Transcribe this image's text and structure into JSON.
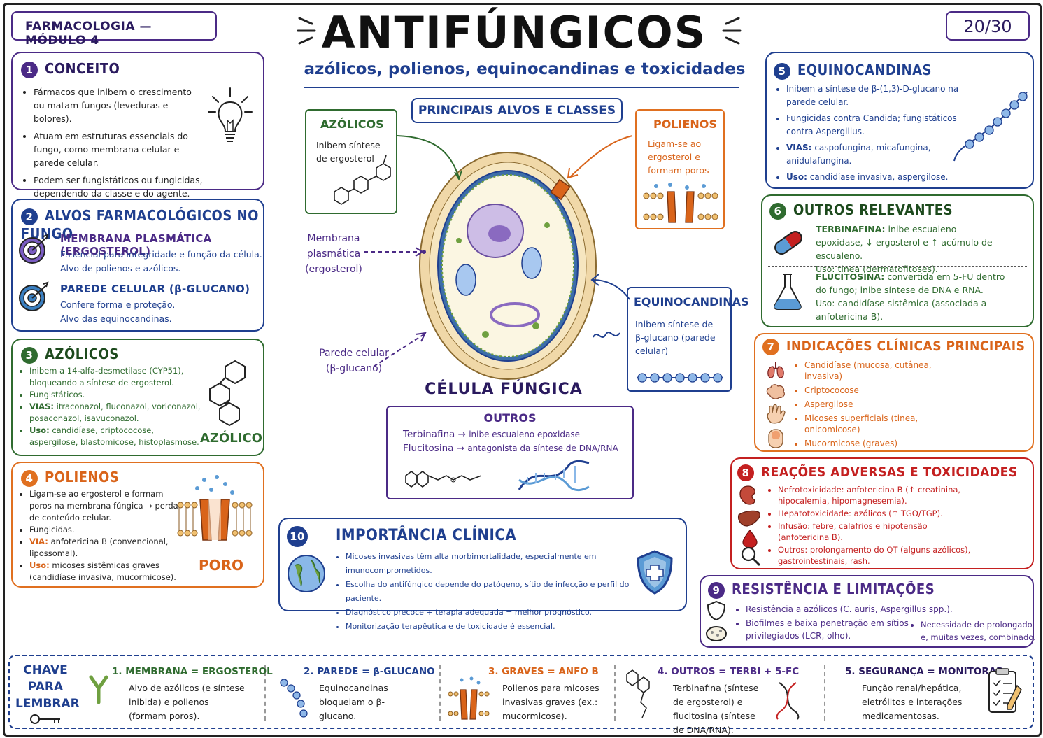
{
  "header": {
    "module": "FARMACOLOGIA — MÓDULO 4",
    "title": "ANTIFÚNGICOS",
    "subtitle": "azólicos, polienos, equinocandinas e toxicidades",
    "page": "20/30"
  },
  "colors": {
    "purple": "#4b2a86",
    "blue": "#1f3f8f",
    "green": "#2f6b2f",
    "orange": "#e07020",
    "red": "#c42020"
  },
  "s1": {
    "num": "1",
    "title": "CONCEITO",
    "icon": "lightbulb-icon",
    "items": [
      "Fármacos que inibem o crescimento ou matam fungos (leveduras e bolores).",
      "Atuam em estruturas essenciais do fungo, como membrana celular e parede celular.",
      "Podem ser fungistáticos ou fungicidas, dependendo da classe e do agente."
    ]
  },
  "s2": {
    "num": "2",
    "title": "ALVOS FARMACOLÓGICOS NO FUNGO",
    "a_title": "MEMBRANA PLASMÁTICA (ERGOSTEROL)",
    "a_l1": "Essencial para integridade e função da célula.",
    "a_l2": "Alvo de polienos e azólicos.",
    "b_title": "PAREDE CELULAR (β-GLUCANO)",
    "b_l1": "Confere forma e proteção.",
    "b_l2": "Alvo das equinocandinas."
  },
  "s3": {
    "num": "3",
    "title": "AZÓLICOS",
    "label": "AZÓLICO",
    "items": [
      "Inibem a 14-alfa-desmetilase (CYP51), bloqueando a síntese de ergosterol.",
      "Fungistáticos.",
      "itraconazol, fluconazol, voriconazol, posaconazol, isavuconazol.",
      "candidíase, criptococose, aspergilose, blastomicose, histoplasmose."
    ],
    "vias": "VIAS:",
    "uso": "Uso:"
  },
  "s4": {
    "num": "4",
    "title": "POLIENOS",
    "label": "PORO",
    "items": [
      "Ligam-se ao ergosterol e formam poros na membrana fúngica → perda de conteúdo celular.",
      "Fungicidas.",
      "anfotericina B (convencional, lipossomal).",
      "micoses sistêmicas graves (candidíase invasiva, mucormicose)."
    ],
    "via": "VIA:",
    "uso": "Uso:"
  },
  "center": {
    "targets_title": "PRINCIPAIS ALVOS E CLASSES",
    "az_title": "AZÓLICOS",
    "az_text": "Inibem síntese de ergosterol",
    "pol_title": "POLIENOS",
    "pol_text": "Ligam-se ao ergosterol e formam poros",
    "eq_title": "EQUINOCANDINAS",
    "eq_text": "Inibem síntese de β-glucano (parede celular)",
    "mem_label": "Membrana plasmática (ergosterol)",
    "wall_label": "Parede celular (β-glucano)",
    "cell_title": "CÉLULA FÚNGICA",
    "outros_title": "OUTROS",
    "outros_l1_a": "Terbinafina",
    "outros_l1_b": "inibe escualeno epoxidase",
    "outros_l2_a": "Flucitosina",
    "outros_l2_b": "antagonista da síntese de DNA/RNA"
  },
  "s5": {
    "num": "5",
    "title": "EQUINOCANDINAS",
    "items": [
      "Inibem a síntese de β-(1,3)-D-glucano na parede celular.",
      "Fungicidas contra Candida; fungistáticos contra Aspergillus.",
      "caspofungina, micafungina, anidulafungina.",
      "candidíase invasiva, aspergilose."
    ],
    "vias": "VIAS:",
    "uso": "Uso:"
  },
  "s6": {
    "num": "6",
    "title": "OUTROS RELEVANTES",
    "t_name": "TERBINAFINA:",
    "t_text": "inibe escualeno epoxidase, ↓ ergosterol e ↑ acúmulo de escualeno.",
    "t_uso": "Uso: tinea (dermatofitoses).",
    "f_name": "FLUCITOSINA:",
    "f_text": "convertida em 5-FU dentro do fungo; inibe síntese de DNA e RNA.",
    "f_uso": "Uso: candidíase sistêmica (associada a anfotericina B)."
  },
  "s7": {
    "num": "7",
    "title": "INDICAÇÕES CLÍNICAS PRINCIPAIS",
    "items": [
      "Candidíase (mucosa, cutânea, invasiva)",
      "Criptococose",
      "Aspergilose",
      "Micoses superficiais (tinea, onicomicose)",
      "Mucormicose (graves)"
    ]
  },
  "s8": {
    "num": "8",
    "title": "REAÇÕES ADVERSAS E TOXICIDADES",
    "items": [
      {
        "k": "Nefrotoxicidade:",
        "v": "anfotericina B (↑ creatinina, hipocalemia, hipomagnesemia)."
      },
      {
        "k": "Hepatotoxicidade:",
        "v": "azólicos (↑ TGO/TGP)."
      },
      {
        "k": "Infusão:",
        "v": "febre, calafrios e hipotensão (anfotericina B)."
      },
      {
        "k": "Outros:",
        "v": "prolongamento do QT (alguns azólicos), gastrointestinais, rash."
      }
    ]
  },
  "s9": {
    "num": "9",
    "title": "RESISTÊNCIA E LIMITAÇÕES",
    "items": [
      "Resistência a azólicos (C. auris, Aspergillus spp.).",
      "Biofilmes e baixa penetração em sítios privilegiados (LCR, olho).",
      "Necessidade de prolongado e, muitas vezes, combinado."
    ]
  },
  "s10": {
    "num": "10",
    "title": "IMPORTÂNCIA CLÍNICA",
    "items": [
      "Micoses invasivas têm alta morbimortalidade, especialmente em imunocomprometidos.",
      "Escolha do antifúngico depende do patógeno, sítio de infecção e perfil do paciente.",
      "Diagnóstico precoce + terapia adequada = melhor prognóstico.",
      "Monitorização terapêutica e de toxicidade é essencial."
    ]
  },
  "key": {
    "title": "CHAVE PARA LEMBRAR",
    "items": [
      {
        "t": "1.  MEMBRANA = ERGOSTEROL",
        "b": "Alvo de azólicos (e síntese inibida) e polienos (formam poros)."
      },
      {
        "t": "2.  PAREDE = β-GLUCANO",
        "b": "Equinocandinas bloqueiam o β-glucano."
      },
      {
        "t": "3.  GRAVES = ANFO B",
        "b": "Polienos para micoses invasivas graves (ex.: mucormicose)."
      },
      {
        "t": "4.  OUTROS = TERBI + 5-FC",
        "b": "Terbinafina (síntese de ergosterol) e flucitosina (síntese de DNA/RNA)."
      },
      {
        "t": "5.  SEGURANÇA = MONITORAR",
        "b": "Função renal/hepática, eletrólitos e interações medicamentosas."
      }
    ]
  }
}
